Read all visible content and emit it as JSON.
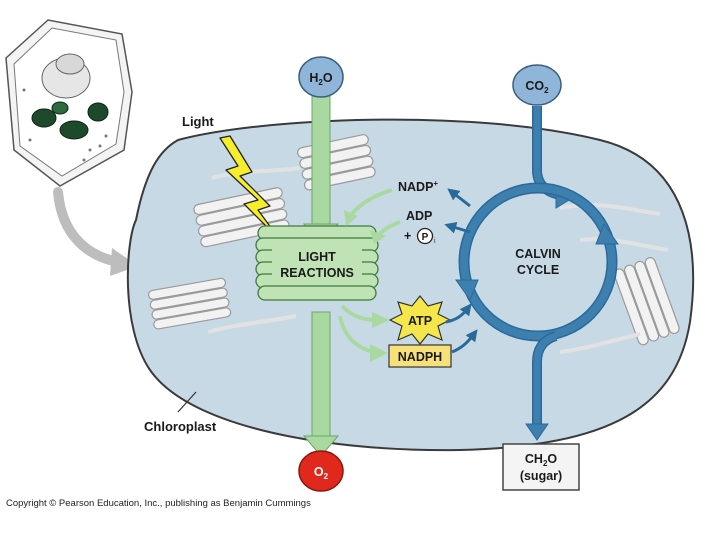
{
  "labels": {
    "light": "Light",
    "water": "H",
    "water_sub": "2",
    "water_tail": "O",
    "co2": "CO",
    "co2_sub": "2",
    "nadp": "NADP",
    "nadp_sup": "+",
    "adp": "ADP",
    "plus": "+",
    "pi_p": "P",
    "pi_sub": "i",
    "light_reactions_1": "LIGHT",
    "light_reactions_2": "REACTIONS",
    "calvin_1": "CALVIN",
    "calvin_2": "CYCLE",
    "atp": "ATP",
    "nadph": "NADPH",
    "chloroplast": "Chloroplast",
    "o2": "O",
    "o2_sub": "2",
    "sugar_1": "CH",
    "sugar_1_sub": "2",
    "sugar_1_tail": "O",
    "sugar_2": "(sugar)"
  },
  "footer": "Copyright © Pearson Education, Inc., publishing as Benjamin Cummings",
  "colors": {
    "chloroplast_fill": "#c8d9e6",
    "chloroplast_stroke": "#3a3a3a",
    "thylakoid": "#f2f2f2",
    "light_reactions_fill": "#bfe3b4",
    "flow_arrow": "#a9d9a0",
    "calvin_blue": "#3d7fae",
    "atp_yellow": "#f5e64b",
    "nadph_yellow": "#f7e07a",
    "molecule_blue": "#8fb6d9",
    "o2_red": "#e0281c",
    "lightning": "#f6ee2a"
  },
  "icons": [
    "plant-cell-icon",
    "lightning-bolt-icon"
  ]
}
